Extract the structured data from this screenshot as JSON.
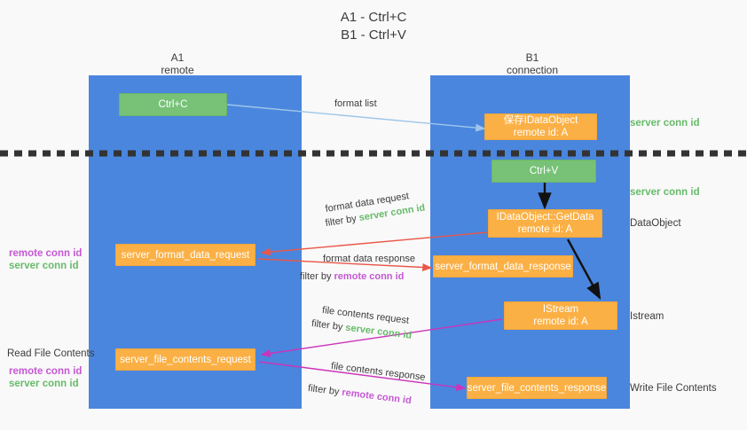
{
  "title": "A1 - Ctrl+C\nB1 - Ctrl+V",
  "colors": {
    "lane": "#4a86de",
    "green_node": "#77c277",
    "orange_node": "#fbb045",
    "server_conn_id": "#67bb6a",
    "remote_conn_id": "#c558d4",
    "separator": "#333333",
    "background": "#f9f9f9"
  },
  "lanes": [
    {
      "id": "a1",
      "title": "A1\nremote"
    },
    {
      "id": "b1",
      "title": "B1\nconnection"
    }
  ],
  "nodes": [
    {
      "id": "ctrl-c",
      "label": "Ctrl+C",
      "style": "green",
      "lane": "a1"
    },
    {
      "id": "save-idataobject",
      "label": "保存IDataObject\nremote id: A",
      "style": "orange",
      "lane": "b1"
    },
    {
      "id": "ctrl-v",
      "label": "Ctrl+V",
      "style": "green",
      "lane": "b1"
    },
    {
      "id": "idataobject-getdata",
      "label": "IDataObject::GetData\nremote id: A",
      "style": "orange",
      "lane": "b1"
    },
    {
      "id": "server-format-data-request",
      "label": "server_format_data_request",
      "style": "orange",
      "lane": "a1"
    },
    {
      "id": "server-format-data-response",
      "label": "server_format_data_response",
      "style": "orange",
      "lane": "b1"
    },
    {
      "id": "istream",
      "label": "IStream\nremote id: A",
      "style": "orange",
      "lane": "b1"
    },
    {
      "id": "server-file-contents-request",
      "label": "server_file_contents_request",
      "style": "orange",
      "lane": "a1"
    },
    {
      "id": "server-file-contents-response",
      "label": "server_file_contents_response",
      "style": "orange",
      "lane": "b1"
    }
  ],
  "right_labels": [
    {
      "id": "server-conn-id-top",
      "text": "server conn id",
      "color": "green"
    },
    {
      "id": "server-conn-id-mid",
      "text": "server conn id",
      "color": "green"
    },
    {
      "id": "dataobject",
      "text": "DataObject",
      "color": "dark"
    },
    {
      "id": "istream-label",
      "text": "Istream",
      "color": "dark"
    },
    {
      "id": "write-file-contents",
      "text": "Write File Contents",
      "color": "dark"
    }
  ],
  "left_labels": [
    {
      "id": "conn-ids-upper-remote",
      "text": "remote conn id",
      "color": "magenta"
    },
    {
      "id": "conn-ids-upper-server",
      "text": "server conn id",
      "color": "green"
    },
    {
      "id": "read-file-contents",
      "text": "Read File Contents",
      "color": "dark"
    },
    {
      "id": "conn-ids-lower-remote",
      "text": "remote conn id",
      "color": "magenta"
    },
    {
      "id": "conn-ids-lower-server",
      "text": "server conn id",
      "color": "green"
    }
  ],
  "edges": [
    {
      "id": "format-list",
      "label": "format list",
      "filter_prefix": "",
      "filter_value": "",
      "filter_color": "",
      "arrow_color": "#9ec6ea"
    },
    {
      "id": "format-data-request",
      "label": "format data request",
      "filter_prefix": "filter by ",
      "filter_value": "server conn id",
      "filter_color": "green",
      "arrow_color": "#e8584a"
    },
    {
      "id": "format-data-response",
      "label": "format data response",
      "filter_prefix": "filter by ",
      "filter_value": "remote conn id",
      "filter_color": "magenta",
      "arrow_color": "#e8584a"
    },
    {
      "id": "file-contents-request",
      "label": "file contents request",
      "filter_prefix": "filter by ",
      "filter_value": "server conn id",
      "filter_color": "green",
      "arrow_color": "#cc33bb"
    },
    {
      "id": "file-contents-response",
      "label": "file contents response",
      "filter_prefix": "filter by ",
      "filter_value": "remote conn id",
      "filter_color": "magenta",
      "arrow_color": "#cc33bb"
    }
  ]
}
